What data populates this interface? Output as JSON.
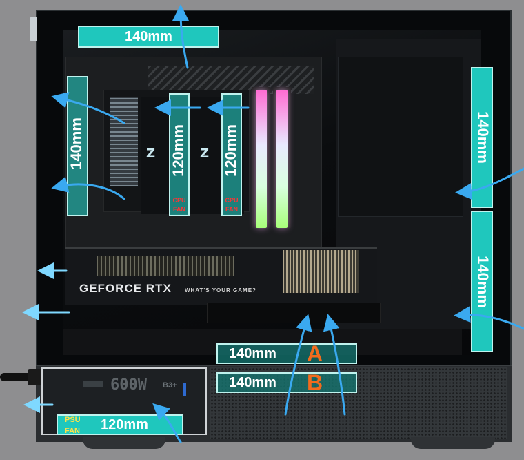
{
  "labels": {
    "top_fan": "140mm",
    "front_left_fan": "140mm",
    "cpu_fan_1": "120mm",
    "cpu_fan_2": "120mm",
    "right_top_fan": "140mm",
    "right_bottom_fan": "140mm",
    "bottom_fan_a": "140mm",
    "bottom_fan_b": "140mm",
    "psu_fan": "120mm"
  },
  "letters": {
    "a": "A",
    "b": "B"
  },
  "cpu_fan_tag": "CPU FAN",
  "psu_fan_tag": "PSU FAN",
  "gpu_brand": "GEFORCE RTX",
  "gpu_slogan": "WHAT'S YOUR GAME?",
  "psu_model": "600W",
  "psu_rating": "B3+",
  "colors": {
    "label_fill": "#1fc7bd",
    "arrow": "#3aa9f0",
    "letter": "#f26b1d"
  },
  "icons": [
    "airflow-arrow-icon"
  ]
}
